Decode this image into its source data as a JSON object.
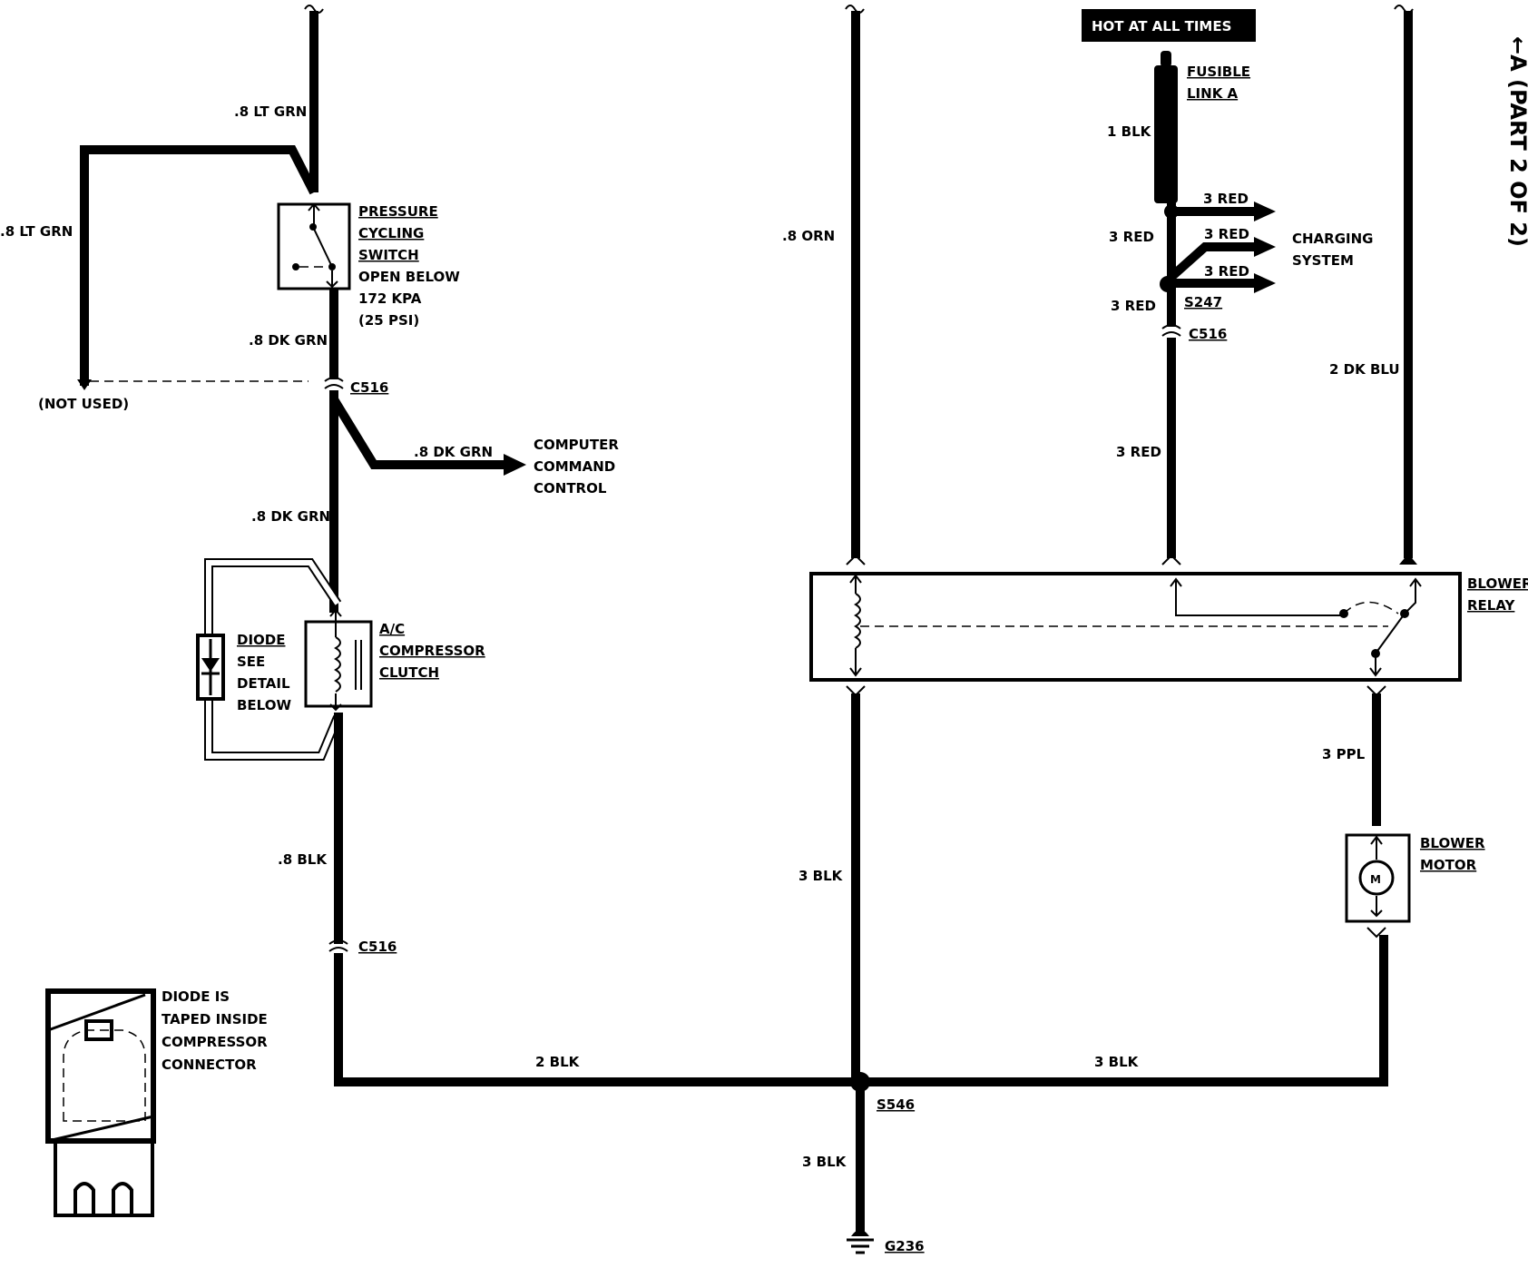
{
  "header": {
    "hot_at_all_times": "HOT AT ALL TIMES",
    "page_ref": "←A (PART 2 OF 2)"
  },
  "wires": {
    "lt_grn_top": ".8 LT GRN",
    "lt_grn_left": ".8 LT GRN",
    "dk_grn_1": ".8 DK GRN",
    "dk_grn_ccc": ".8 DK GRN",
    "dk_grn_2": ".8 DK GRN",
    "blk_8": ".8 BLK",
    "blk_2": "2 BLK",
    "blk_3_right": "3 BLK",
    "blk_3_mid": "3 BLK",
    "blk_3_bottom": "3 BLK",
    "orn": ".8 ORN",
    "blk_1": "1 BLK",
    "red_a": "3 RED",
    "red_b": "3 RED",
    "red_c": "3 RED",
    "red_d": "3 RED",
    "red_e": "3 RED",
    "red_f": "3 RED",
    "dk_blu": "2 DK BLU",
    "ppl": "3 PPL"
  },
  "connectors": {
    "c516_a": "C516",
    "c516_b": "C516",
    "c516_c": "C516",
    "s247": "S247",
    "s546": "S546",
    "g236": "G236"
  },
  "components": {
    "pressure_switch": [
      "PRESSURE",
      "CYCLING",
      "SWITCH",
      "OPEN BELOW",
      "172 KPA",
      "(25 PSI)"
    ],
    "not_used": "(NOT USED)",
    "ccc": [
      "COMPUTER",
      "COMMAND",
      "CONTROL"
    ],
    "diode": [
      "DIODE",
      "SEE",
      "DETAIL",
      "BELOW"
    ],
    "ac_clutch": [
      "A/C",
      "COMPRESSOR",
      "CLUTCH"
    ],
    "fusible_link": [
      "FUSIBLE",
      "LINK A"
    ],
    "charging": [
      "CHARGING",
      "SYSTEM"
    ],
    "blower_relay": [
      "BLOWER",
      "RELAY"
    ],
    "blower_motor": [
      "BLOWER",
      "MOTOR"
    ],
    "motor_symbol": "M",
    "diode_detail": [
      "DIODE IS",
      "TAPED INSIDE",
      "COMPRESSOR",
      "CONNECTOR"
    ]
  }
}
